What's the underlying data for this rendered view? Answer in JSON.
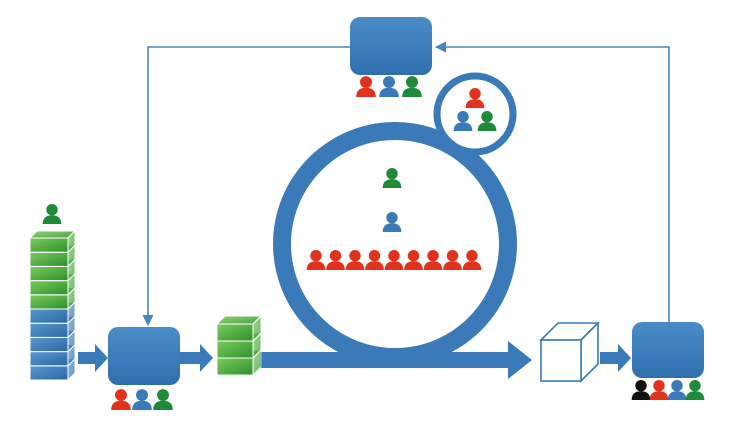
{
  "colors": {
    "blue": "#3a7ab8",
    "blue_dark": "#2b6aa8",
    "green": "#1f8a3a",
    "green_light": "#4fb04a",
    "red": "#e0321c",
    "black": "#111111",
    "line": "#4a86bf"
  },
  "icons": {
    "person": "person-icon",
    "cube": "cube-icon",
    "box": "process-box-icon"
  },
  "groups": {
    "top_box_people": [
      "red",
      "blue",
      "green"
    ],
    "circle_badge_people": [
      "red",
      "blue",
      "green"
    ],
    "left_box_people": [
      "red",
      "blue",
      "green"
    ],
    "right_box_people": [
      "black",
      "red",
      "blue",
      "green"
    ],
    "stack_top_person": [
      "green"
    ],
    "big_circle_top": [
      "green"
    ],
    "big_circle_middle": [
      "blue"
    ],
    "big_circle_row": [
      "red",
      "red",
      "red",
      "red",
      "red",
      "red",
      "red",
      "red",
      "red"
    ]
  },
  "stack": {
    "green_blocks": 5,
    "blue_blocks": 5
  },
  "middle_stack": {
    "green_blocks": 3
  }
}
